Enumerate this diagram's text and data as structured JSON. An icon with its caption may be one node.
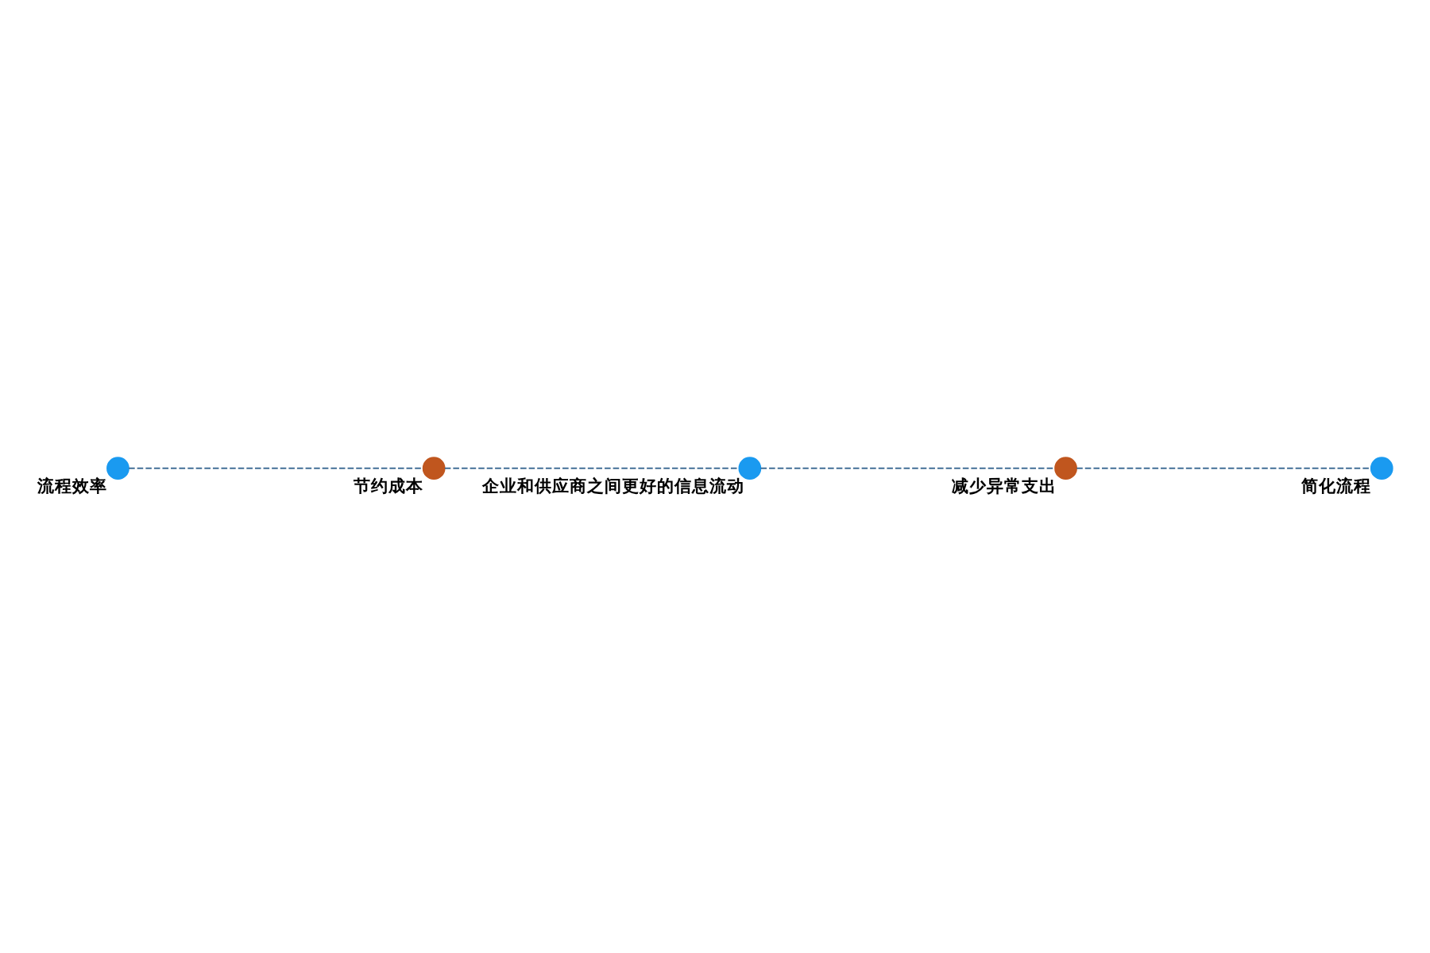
{
  "diagram": {
    "nodes": [
      {
        "text": [],
        "shape": "circle",
        "beside": [
          "流程效率"
        ]
      },
      {
        "text": [],
        "shape": "circle",
        "beside": [
          "节约成本"
        ]
      },
      {
        "text": [],
        "shape": "circle",
        "beside": [
          "企业和供应商之间更好的信息流动"
        ]
      },
      {
        "text": [],
        "shape": "circle",
        "beside": [
          "减少异常支出"
        ]
      },
      {
        "text": [],
        "shape": "circle",
        "beside": [
          "简化流程"
        ]
      }
    ],
    "edges": [
      {
        "from": 0,
        "to": 1,
        "arrow": "none",
        "style": "dashed"
      },
      {
        "from": 1,
        "to": 2,
        "arrow": "none",
        "style": "dashed"
      },
      {
        "from": 2,
        "to": 3,
        "arrow": "none",
        "style": "dashed"
      },
      {
        "from": 3,
        "to": 4,
        "arrow": "none",
        "style": "dashed"
      }
    ]
  }
}
